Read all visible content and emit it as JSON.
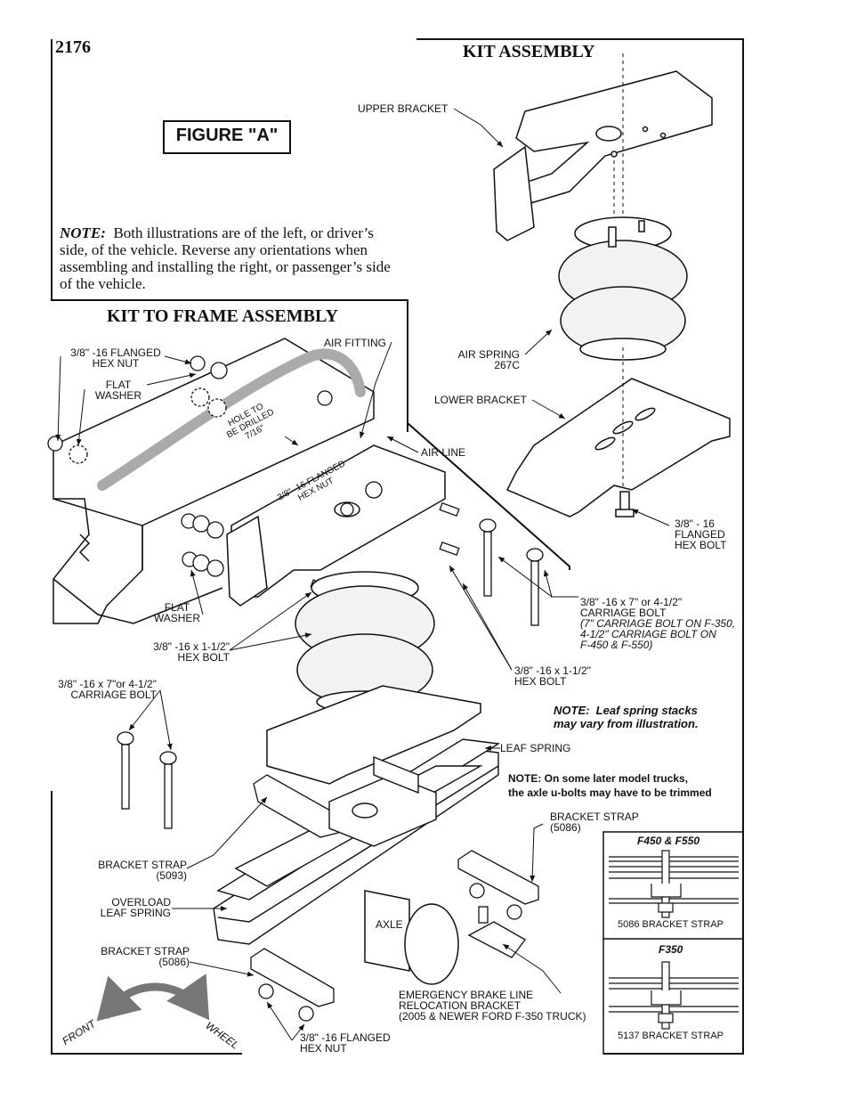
{
  "page_number": "2176",
  "headers": {
    "kit_assembly": "KIT ASSEMBLY",
    "kit_to_frame": "KIT TO FRAME ASSEMBLY"
  },
  "figure_label": "FIGURE \"A\"",
  "note": {
    "prefix": "NOTE:",
    "line1": "Both illustrations are of the left, or driver’s",
    "line2": "side, of the vehicle.  Reverse any orientations when",
    "line3": "assembling and installing the right, or passenger’s side",
    "line4": "of the vehicle."
  },
  "kit_assembly_labels": {
    "upper_bracket": "UPPER BRACKET",
    "air_spring_1": "AIR SPRING",
    "air_spring_2": "267C",
    "lower_bracket": "LOWER BRACKET",
    "flanged_hex_bolt_1": "3/8\" - 16",
    "flanged_hex_bolt_2": "FLANGED",
    "flanged_hex_bolt_3": "HEX BOLT"
  },
  "frame_labels": {
    "flanged_hex_nut_1": "3/8\" -16 FLANGED",
    "flanged_hex_nut_2": "HEX NUT",
    "flat_washer_top_1": "FLAT",
    "flat_washer_top_2": "WASHER",
    "air_fitting": "AIR FITTING",
    "hole_to_be_drilled_1": "HOLE TO",
    "hole_to_be_drilled_2": "BE DRILLED",
    "hole_to_be_drilled_3": "7/16\"",
    "air_line": "AIR LINE",
    "inner_flanged_nut_1": "3/8\" -16 FLANGED",
    "inner_flanged_nut_2": "HEX NUT",
    "flat_washer_bottom_1": "FLAT",
    "flat_washer_bottom_2": "WASHER",
    "hex_bolt_left_1": "3/8\" -16 x 1-1/2\"",
    "hex_bolt_left_2": "HEX BOLT",
    "carriage_right_1": "3/8\" -16 x 7\" or 4-1/2\"",
    "carriage_right_2": "CARRIAGE BOLT",
    "carriage_right_3": "(7\" CARRIAGE BOLT ON F-350,",
    "carriage_right_4": "4-1/2\" CARRIAGE BOLT ON",
    "carriage_right_5": "F-450 & F-550)",
    "hex_bolt_right_1": "3/8\" -16 x 1-1/2\"",
    "hex_bolt_right_2": "HEX BOLT",
    "carriage_left_1": "3/8\" -16 x 7\"or 4-1/2\"",
    "carriage_left_2": "CARRIAGE BOLT",
    "leaf_note_1": "NOTE:  Leaf spring stacks",
    "leaf_note_2": "may vary from illustration.",
    "leaf_spring": "LEAF SPRING",
    "ubolt_note_1": "NOTE: On some later model trucks,",
    "ubolt_note_2": "the axle u-bolts may have to be trimmed",
    "bracket_strap_right_1": "BRACKET STRAP",
    "bracket_strap_right_2": "(5086)",
    "bracket_strap_5093_1": "BRACKET STRAP",
    "bracket_strap_5093_2": "(5093)",
    "overload_1": "OVERLOAD",
    "overload_2": "LEAF SPRING",
    "axle": "AXLE",
    "bracket_strap_left_1": "BRACKET STRAP",
    "bracket_strap_left_2": "(5086)",
    "ebrake_1": "EMERGENCY BRAKE LINE",
    "ebrake_2": "RELOCATION BRACKET",
    "ebrake_3": "(2005 & NEWER FORD F-350 TRUCK)",
    "bottom_nut_1": "3/8\" -16 FLANGED",
    "bottom_nut_2": "HEX NUT",
    "front": "FRONT",
    "wheel": "WHEEL"
  },
  "inset": {
    "f450_title": "F450 & F550",
    "f450_strap": "5086 BRACKET STRAP",
    "f350_title": "F350",
    "f350_strap": "5137 BRACKET STRAP"
  }
}
